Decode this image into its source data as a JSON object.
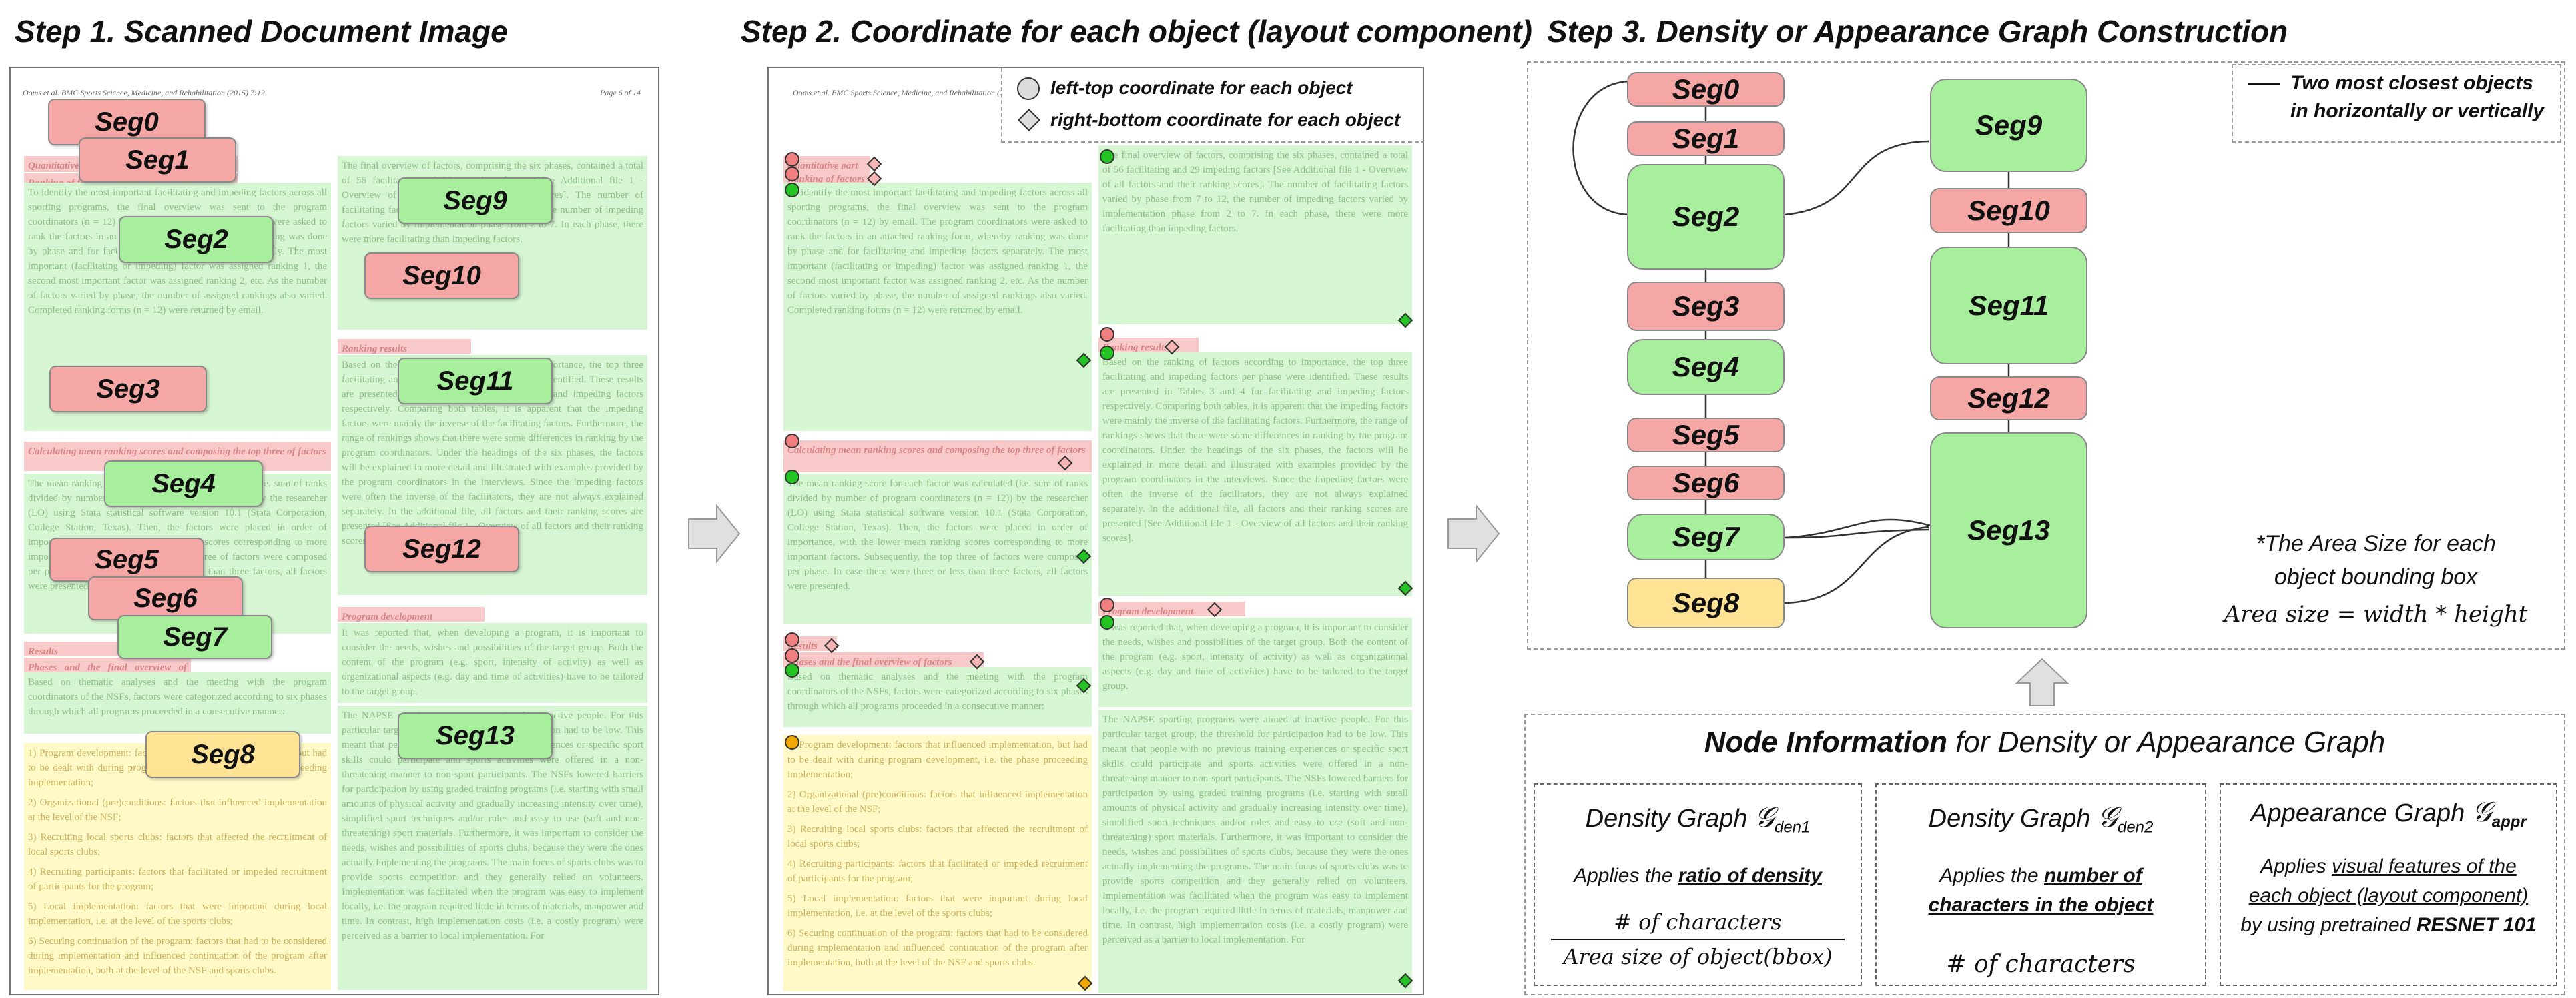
{
  "titles": {
    "step1": "Step 1. Scanned Document Image",
    "step2": "Step 2. Coordinate for each object (layout component)",
    "step3": "Step 3. Density or Appearance Graph Construction"
  },
  "doc": {
    "header_left": "Ooms et al. BMC Sports Science, Medicine, and Rehabilitation (2015) 7:12",
    "header_right": "Page 6 of 14",
    "red1": "Quantitative part",
    "red2": "Ranking of factors",
    "para_left1": "To identify the most important facilitating and impeding factors across all sporting programs, the final overview was sent to the program coordinators (n = 12) by email. The program coordinators were asked to rank the factors in an attached ranking form, whereby ranking was done by phase and for facilitating and impeding factors separately. The most important (facilitating or impeding) factor was assigned ranking 1, the second most important factor was assigned ranking 2, etc. As the number of factors varied by phase, the number of assigned rankings also varied. Completed ranking forms (n = 12) were returned by email.",
    "red3": "Calculating mean ranking scores and composing the top three of factors",
    "para_left2": "The mean ranking score for each factor was calculated (i.e. sum of ranks divided by number of program coordinators (n = 12)) by the researcher (LO) using Stata statistical software version 10.1 (Stata Corporation, College Station, Texas). Then, the factors were placed in order of importance, with the lower mean ranking scores corresponding to more important factors. Subsequently, the top three of factors were composed per phase. In case there were three or less than three factors, all factors were presented.",
    "red4": "Results",
    "red5": "Phases and the final overview of factors",
    "para_left3": "Based on thematic analyses and the meeting with the program coordinators of the NSFs, factors were categorized according to six phases through which all programs proceeded in a consecutive manner:",
    "list_items": [
      "1) Program development: factors that influenced implementation, but had to be dealt with during program development, i.e. the phase proceeding implementation;",
      "2) Organizational (pre)conditions: factors that influenced implementation at the level of the NSF;",
      "3) Recruiting local sports clubs: factors that affected the recruitment of local sports clubs;",
      "4) Recruiting participants: factors that facilitated or impeded recruitment of participants for the program;",
      "5) Local implementation: factors that were important during local implementation, i.e. at the level of the sports clubs;",
      "6) Securing continuation of the program: factors that had to be considered during implementation and influenced continuation of the program after implementation, both at the level of the NSF and sports clubs."
    ],
    "para_right1": "The final overview of factors, comprising the six phases, contained a total of 56 facilitating and 29 impeding factors [See Additional file 1 - Overview of all factors and their ranking scores]. The number of facilitating factors varied by phase from 7 to 12, the number of impeding factors varied by implementation phase from 2 to 7. In each phase, there were more facilitating than impeding factors.",
    "red6": "Ranking results",
    "para_right2": "Based on the ranking of factors according to importance, the top three facilitating and impeding factors per phase were identified. These results are presented in Tables 3 and 4 for facilitating and impeding factors respectively. Comparing both tables, it is apparent that the impeding factors were mainly the inverse of the facilitating factors. Furthermore, the range of rankings shows that there were some differences in ranking by the program coordinators. Under the headings of the six phases, the factors will be explained in more detail and illustrated with examples provided by the program coordinators in the interviews. Since the impeding factors were often the inverse of the facilitators, they are not always explained separately. In the additional file, all factors and their ranking scores are presented [See Additional file 1 - Overview of all factors and their ranking scores].",
    "red7": "Program development",
    "para_right3": "It was reported that, when developing a program, it is important to consider the needs, wishes and possibilities of the target group. Both the content of the program (e.g. sport, intensity of activity) as well as organizational aspects (e.g. day and time of activities) have to be tailored to the target group.",
    "para_right4": "The NAPSE sporting programs were aimed at inactive people. For this particular target group, the threshold for participation had to be low. This meant that people with no previous training experiences or specific sport skills could participate and sports activities were offered in a non-threatening manner to non-sport participants. The NSFs lowered barriers for participation by using graded training programs (i.e. starting with small amounts of physical activity and gradually increasing intensity over time), simplified sport techniques and/or rules and easy to use (soft and non-threatening) sport materials. Furthermore, it was important to consider the needs, wishes and possibilities of sports clubs, because they were the ones actually implementing the programs. The main focus of sports clubs was to provide sports competition and they generally relied on volunteers. Implementation was facilitated when the program was easy to implement locally, i.e. the program required little in terms of materials, manpower and time. In contrast, high implementation costs (i.e. a costly program) were perceived as a barrier to local implementation. For"
  },
  "seg_labels": {
    "seg0": "Seg0",
    "seg1": "Seg1",
    "seg2": "Seg2",
    "seg3": "Seg3",
    "seg4": "Seg4",
    "seg5": "Seg5",
    "seg6": "Seg6",
    "seg7": "Seg7",
    "seg8": "Seg8",
    "seg9": "Seg9",
    "seg10": "Seg10",
    "seg11": "Seg11",
    "seg12": "Seg12",
    "seg13": "Seg13"
  },
  "legend_step2": {
    "lt": "left-top coordinate for each object",
    "rb": "right-bottom coordinate for each object"
  },
  "legend_step3": {
    "line1": "Two most closest objects",
    "line2": "in horizontally or vertically"
  },
  "area_note": {
    "line1": "*The Area Size for each",
    "line2": "object bounding box",
    "formula": "Area size = width * height"
  },
  "node_info": {
    "title_bold": "Node Information",
    "title_rest": " for Density or Appearance Graph",
    "den1_title": "Density Graph ",
    "den1_sym": "𝒢",
    "den1_sub": "den1",
    "den1_pre": "Applies the ",
    "den1_em": "ratio of density",
    "den1_num": "# of characters",
    "den1_den": "Area size of object(bbox)",
    "den2_title": "Density Graph ",
    "den2_sym": "𝒢",
    "den2_sub": "den2",
    "den2_pre": "Applies the ",
    "den2_em1": "number of",
    "den2_em2": "characters in the object",
    "den2_formula": "# of characters",
    "appr_title": "Appearance Graph ",
    "appr_sym": "𝒢",
    "appr_sub": "appr",
    "appr_pre": "Applies ",
    "appr_em1": "visual features of the",
    "appr_em2": "each object (layout component)",
    "appr_by": "by using pretrained ",
    "appr_model": "RESNET 101"
  },
  "colors": {
    "seg_red": "#f4a7a5",
    "seg_green": "#a7ef9d",
    "seg_yellow": "#ffe394",
    "marker_lt_red": "#f07f7f",
    "marker_lt_green": "#24c424",
    "marker_lt_orange": "#f0a800",
    "marker_rb_pink": "#f6b5b5",
    "marker_rb_green": "#24c424"
  }
}
